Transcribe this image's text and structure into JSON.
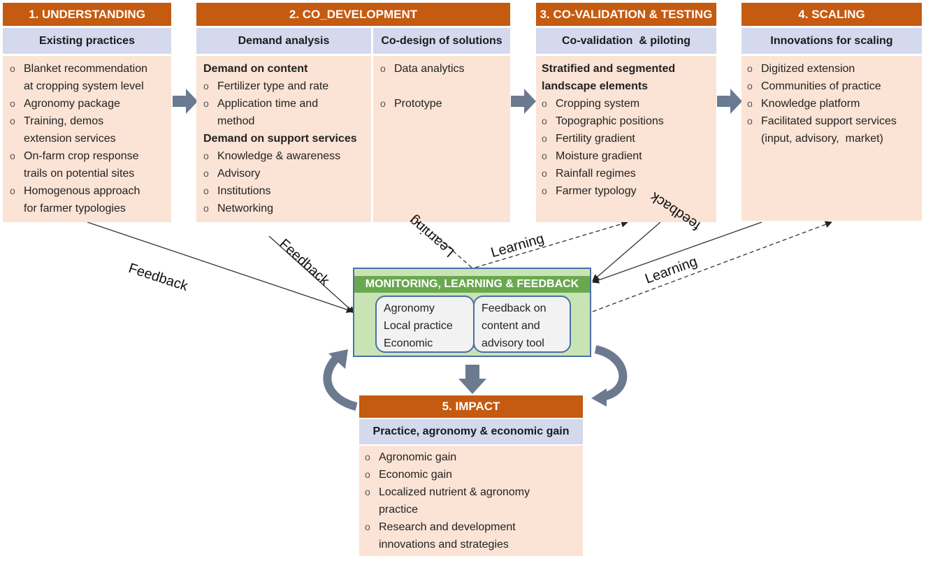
{
  "understanding": {
    "title": "1. UNDERSTANDING",
    "subtitle": "Existing practices",
    "items": [
      [
        "Blanket recommendation",
        "at cropping system level"
      ],
      [
        "Agronomy package"
      ],
      [
        "Training, demos",
        "extension services"
      ],
      [
        "On-farm crop response",
        "trails on potential sites"
      ],
      [
        "Homogenous approach",
        "for farmer typologies"
      ]
    ]
  },
  "codevelopment": {
    "title": "2. CO_DEVELOPMENT",
    "demand_subtitle": "Demand analysis",
    "codesign_subtitle": "Co-design of solutions",
    "content_heading": "Demand on content",
    "content_items": [
      [
        "Fertilizer type and rate"
      ],
      [
        "Application time and",
        "method"
      ]
    ],
    "support_heading": "Demand on support services",
    "support_items": [
      [
        "Knowledge & awareness"
      ],
      [
        "Advisory"
      ],
      [
        "Institutions"
      ],
      [
        "Networking"
      ]
    ],
    "codesign_items": [
      "Data analytics",
      "Prototype"
    ]
  },
  "covalidation": {
    "title": "3. CO-VALIDATION & TESTING",
    "subtitle": "Co-validation  & piloting",
    "heading_line1": "Stratified and segmented",
    "heading_line2": "landscape elements",
    "items": [
      [
        "Cropping system"
      ],
      [
        "Topographic positions"
      ],
      [
        "Fertility gradient"
      ],
      [
        "Moisture gradient"
      ],
      [
        "Rainfall regimes"
      ],
      [
        "Farmer typology"
      ]
    ]
  },
  "scaling": {
    "title": "4. SCALING",
    "subtitle": "Innovations for scaling",
    "items": [
      [
        "Digitized extension"
      ],
      [
        "Communities of practice"
      ],
      [
        "Knowledge platform"
      ],
      [
        "Facilitated support services",
        "(input, advisory,  market)"
      ]
    ]
  },
  "monitoring": {
    "title": "MONITORING, LEARNING & FEEDBACK",
    "left_lines": [
      "Agronomy",
      "Local practice",
      "Economic"
    ],
    "right_lines": [
      "Feedback on",
      "content and",
      "advisory tool"
    ]
  },
  "impact": {
    "title": "5. IMPACT",
    "subtitle": "Practice, agronomy & economic gain",
    "items": [
      [
        "Agronomic gain"
      ],
      [
        "Economic gain"
      ],
      [
        "Localized nutrient & agronomy",
        "practice"
      ],
      [
        "Research and development",
        "innovations and strategies"
      ]
    ]
  },
  "connector_labels": {
    "feedback_1": "Feedback",
    "feedback_2": "Feedback",
    "learning_1": "Learning",
    "learning_2": "Learning",
    "feedback_3": "feedback",
    "learning_3": "Learning"
  },
  "colors": {
    "header": "#c55a11",
    "subheader": "#d4d9ee",
    "panel": "#fbe3d5",
    "monitor_header": "#6aa84f",
    "monitor_fill": "#c9e4b4",
    "arrow": "#6b7a8f"
  }
}
